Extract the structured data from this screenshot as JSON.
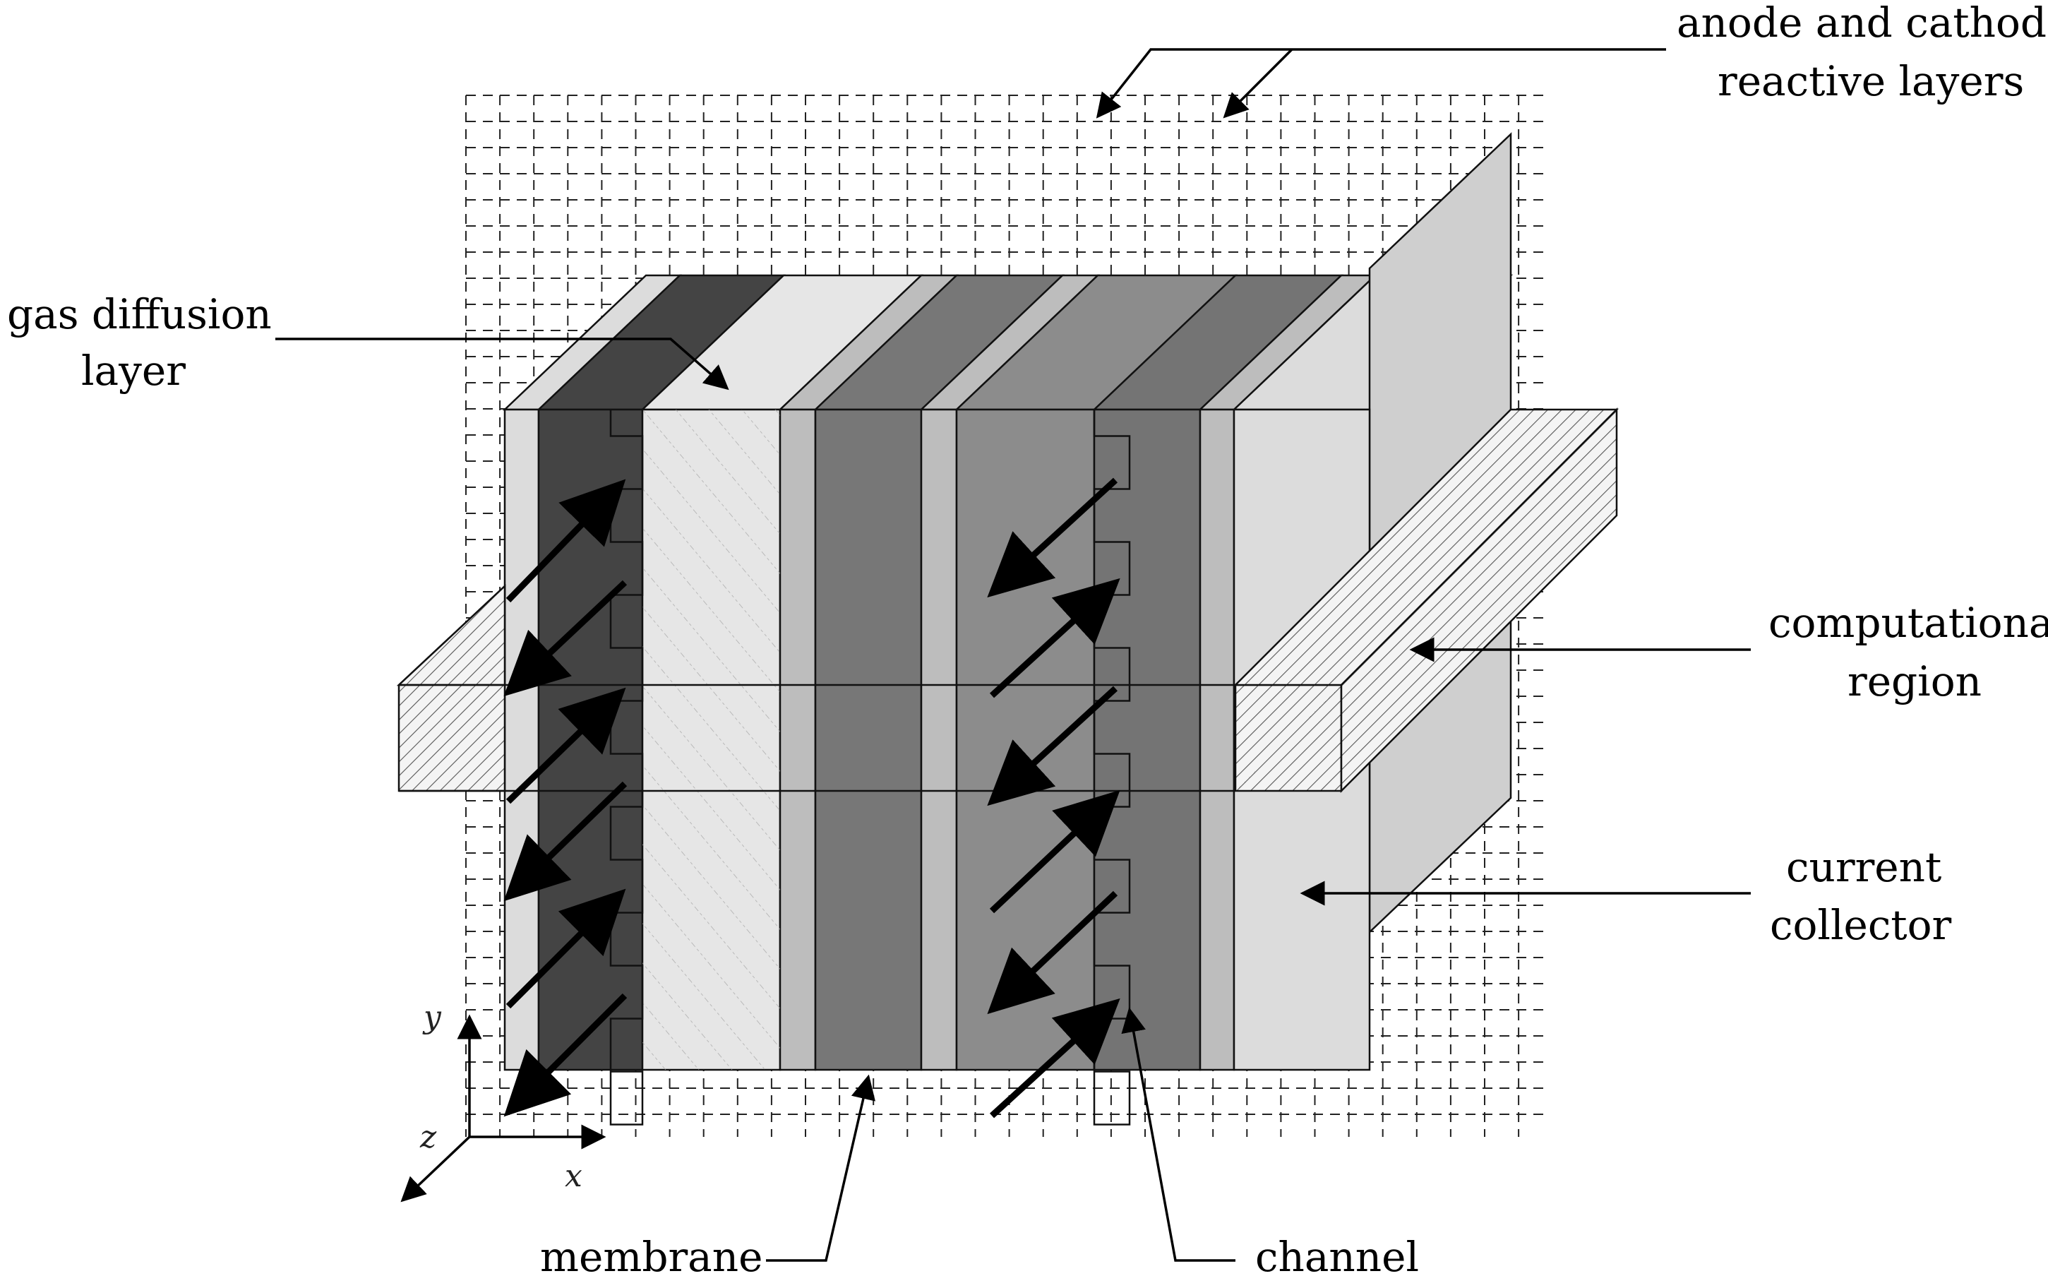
{
  "labels": {
    "reactive_layers_line1": "anode and cathode",
    "reactive_layers_line2": "reactive layers",
    "gas_diffusion_line1": "gas diffusion",
    "gas_diffusion_line2": "layer",
    "computational_line1": "computational",
    "computational_line2": "region",
    "current_collector_line1": "current",
    "current_collector_line2": "collector",
    "membrane": "membrane",
    "channel": "channel"
  },
  "axes": {
    "x": "x",
    "y": "y",
    "z": "z"
  },
  "colors": {
    "current_collector": "#dcdcdc",
    "gas_diffusion_layer": "#e6e6e6",
    "anode_channel_region": "#444444",
    "reactive_layer": "#bdbdbd",
    "membrane": "#777777",
    "cathode_region": "#8c8c8c",
    "cathode_channel": "#747474",
    "computational_region": "#f2f2f2"
  }
}
